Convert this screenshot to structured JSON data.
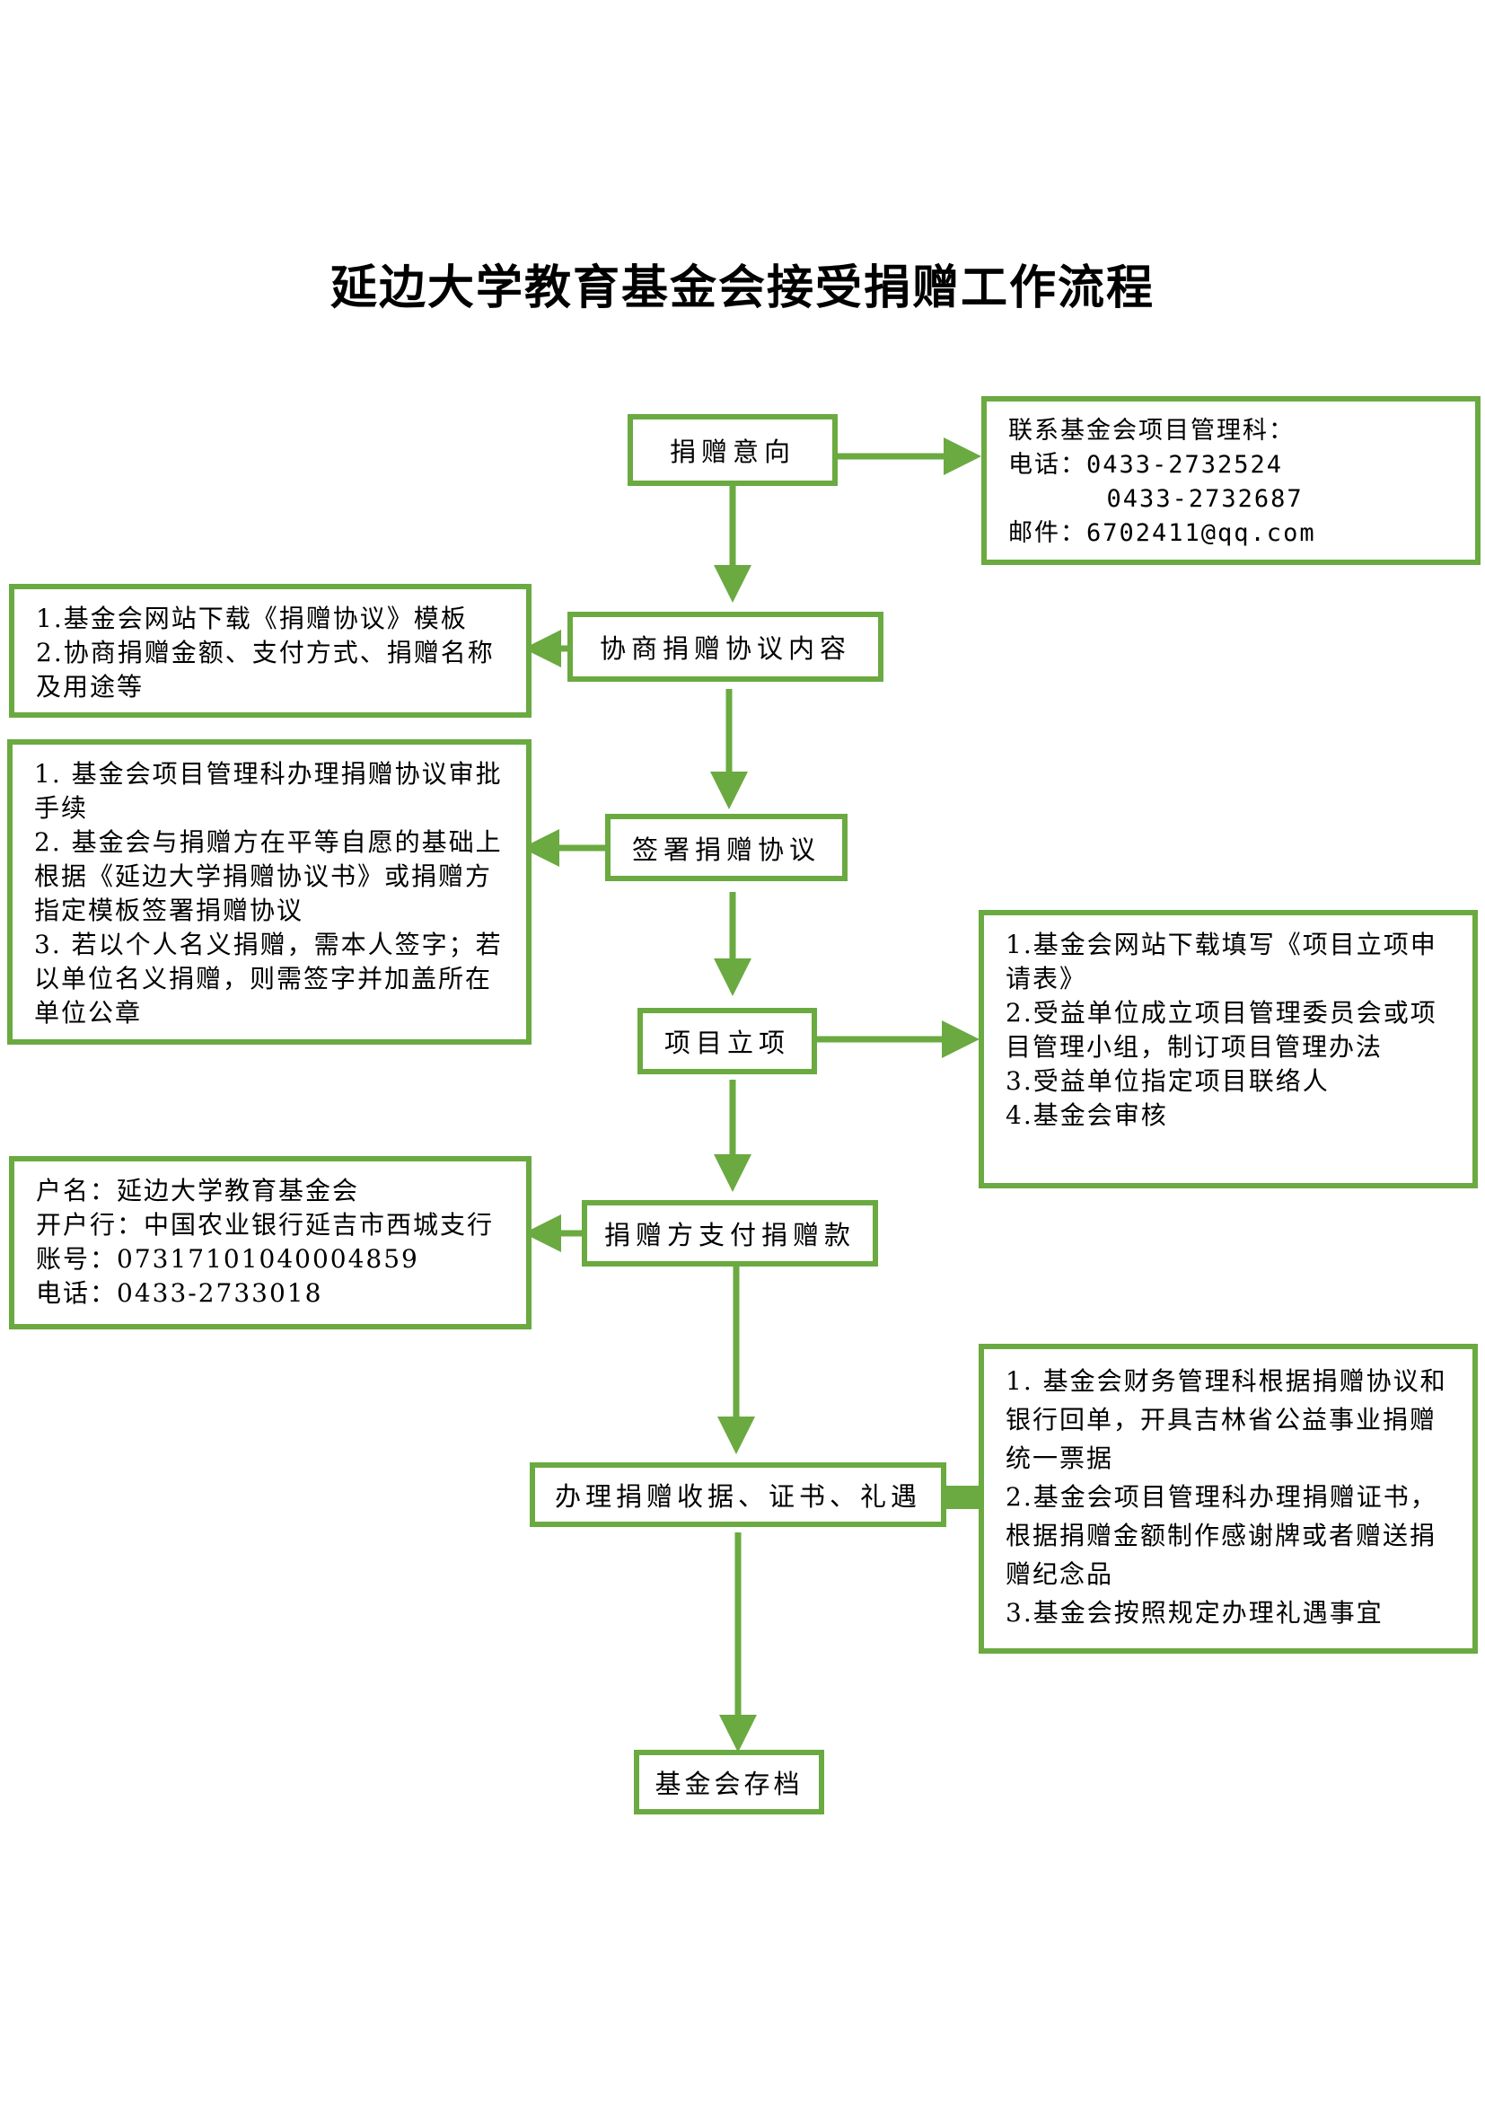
{
  "title": "延边大学教育基金会接受捐赠工作流程",
  "colors": {
    "box_border": "#6aaa41",
    "arrow": "#6aaa41"
  },
  "steps": [
    "捐赠意向",
    "协商捐赠协议内容",
    "签署捐赠协议",
    "项目立项",
    "捐赠方支付捐赠款",
    "办理捐赠收据、证书、礼遇",
    "基金会存档"
  ],
  "notes": {
    "contact": [
      "联系基金会项目管理科：",
      "电话：0433-2732524",
      "      0433-2732687",
      "邮件：6702411@qq.com"
    ],
    "negotiate": [
      "1.基金会网站下载《捐赠协议》模板",
      "2.协商捐赠金额、支付方式、捐赠名称及用途等"
    ],
    "sign": [
      "1. 基金会项目管理科办理捐赠协议审批手续",
      "2. 基金会与捐赠方在平等自愿的基础上根据《延边大学捐赠协议书》或捐赠方指定模板签署捐赠协议",
      "3. 若以个人名义捐赠，需本人签字；若以单位名义捐赠，则需签字并加盖所在单位公章"
    ],
    "project": [
      "1.基金会网站下载填写《项目立项申请表》",
      "2.受益单位成立项目管理委员会或项目管理小组，制订项目管理办法",
      "3.受益单位指定项目联络人",
      "4.基金会审核"
    ],
    "payment": [
      "户名：延边大学教育基金会",
      "开户行：中国农业银行延吉市西城支行",
      "账号：07317101040004859",
      "电话：0433-2733018"
    ],
    "receipt": [
      "1. 基金会财务管理科根据捐赠协议和银行回单，开具吉林省公益事业捐赠统一票据",
      "2.基金会项目管理科办理捐赠证书，根据捐赠金额制作感谢牌或者赠送捐赠纪念品",
      "3.基金会按照规定办理礼遇事宜"
    ]
  }
}
